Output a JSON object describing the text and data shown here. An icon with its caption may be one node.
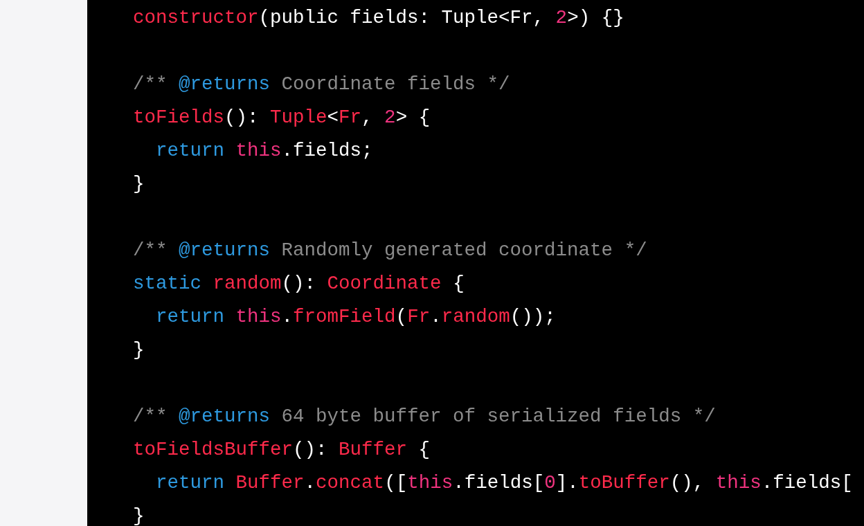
{
  "diagram": {
    "labels": [
      "constructor(public fields: Tuple<Fr, 2>) {}",
      "/** @returns Coordinate fields */",
      "toFields(): Tuple<Fr, 2> {",
      "return this.fields;",
      "}",
      "/** @returns Randomly generated coordinate */",
      "static random(): Coordinate {",
      "return this.fromField(Fr.random());",
      "}",
      "/** @returns 64 byte buffer of serialized fields */",
      "toFieldsBuffer(): Buffer {",
      "return Buffer.concat([this.fields[0].toBuffer(), this.fields[",
      "}"
    ]
  }
}
